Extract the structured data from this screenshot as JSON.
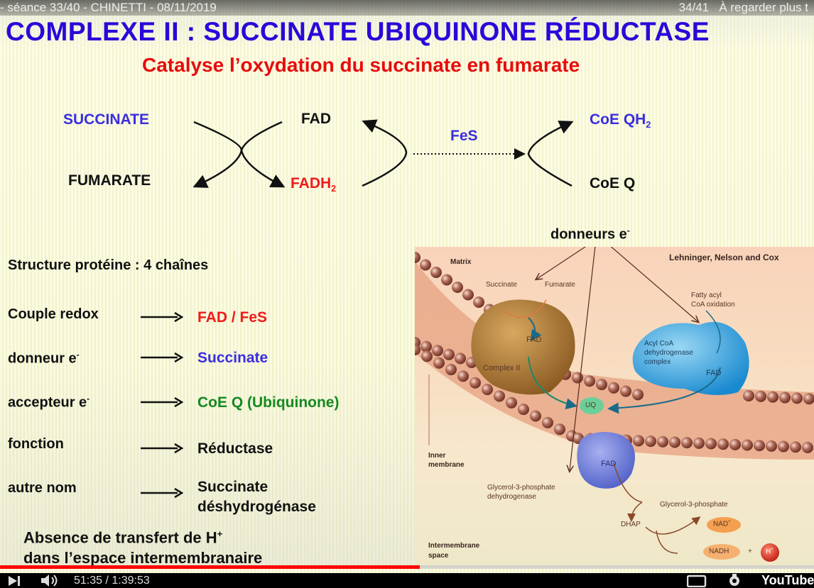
{
  "overlay": {
    "video_title": "- séance 33/40 - CHINETTI - 08/11/2019",
    "playlist_position": "34/41",
    "watch_later": "À regarder plus t"
  },
  "slide": {
    "title": "COMPLEXE II : SUCCINATE  UBIQUINONE RÉDUCTASE",
    "subtitle": "Catalyse  l’oxydation du succinate en fumarate",
    "reaction": {
      "succinate": "SUCCINATE",
      "fumarate": "FUMARATE",
      "fad": "FAD",
      "fadh2": "FADH",
      "fadh2_sub": "2",
      "fes": "FeS",
      "coeqh2": "CoE QH",
      "coeqh2_sub": "2",
      "coeq": "CoE Q"
    },
    "structure": "Structure protéine : 4  chaînes",
    "rows": [
      {
        "label": "Couple redox",
        "value": "FAD  /  FeS",
        "color": "#f01a1a"
      },
      {
        "label": "donneur e",
        "label_sup": "-",
        "value": "Succinate",
        "color": "#3a2ee0"
      },
      {
        "label": "accepteur e",
        "label_sup": "-",
        "value": "CoE Q (Ubiquinone)",
        "color": "#148a20"
      },
      {
        "label": "fonction",
        "value": "Réductase",
        "color": "#111111"
      },
      {
        "label": "autre nom",
        "value": "Succinate",
        "value2": "déshydrogénase",
        "color": "#111111"
      }
    ],
    "note_line1": "Absence de transfert de H",
    "note_line1_sup": "+",
    "note_line2": "dans l’espace intermembranaire",
    "donneurs": "donneurs e",
    "donneurs_sup": "-"
  },
  "figure": {
    "credit": "Lehninger, Nelson and Cox",
    "matrix": "Matrix",
    "succinate": "Succinate",
    "fumarate": "Fumarate",
    "fad_c2": "FAD",
    "complex2": "Complex II",
    "fatty1": "Fatty acyl",
    "fatty2": "CoA oxidation",
    "acyl1": "Acyl CoA",
    "acyl2": "dehydrogenase",
    "acyl3": "complex",
    "fad_acyl": "FAD",
    "uq": "UQ",
    "inner1": "Inner",
    "inner2": "membrane",
    "fad_g3p": "FAD",
    "g3pdh1": "Glycerol-3-phosphate",
    "g3pdh2": "dehydrogenase",
    "g3p": "Glycerol-3-phosphate",
    "dhap": "DHAP",
    "nad": "NAD",
    "nad_sup": "+",
    "nadh": "NADH",
    "plus": "+",
    "h": "H",
    "h_sup": "+",
    "ims1": "Intermembrane",
    "ims2": "space"
  },
  "player": {
    "current_time": "51:35",
    "separator": " / ",
    "duration": "1:39:53",
    "progress_fraction": 0.516,
    "brand": "YouTube"
  }
}
